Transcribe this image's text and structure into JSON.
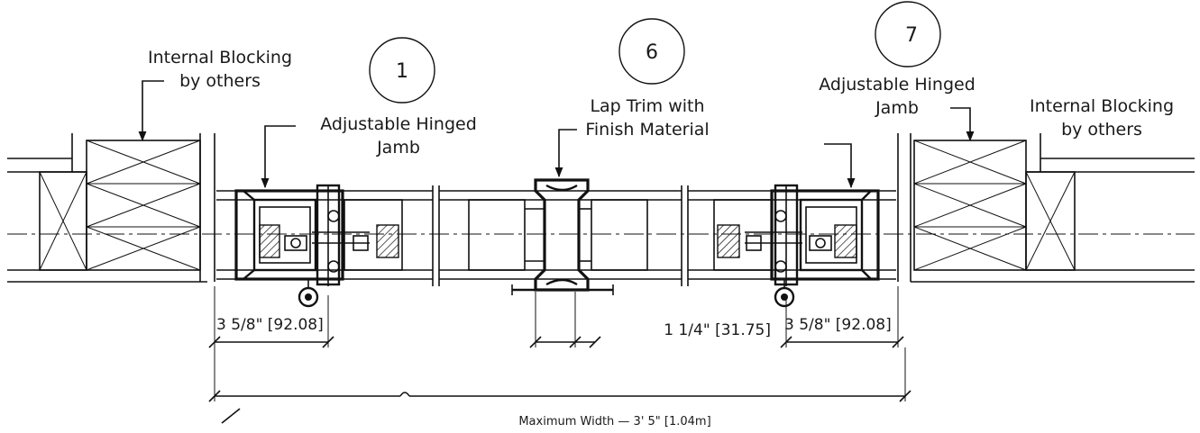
{
  "callouts": [
    {
      "id": "callout-1",
      "number": "1"
    },
    {
      "id": "callout-6",
      "number": "6"
    },
    {
      "id": "callout-7",
      "number": "7"
    }
  ],
  "labels": {
    "left_blocking_line1": "Internal Blocking",
    "left_blocking_line2": "by others",
    "left_jamb_line1": "Adjustable Hinged",
    "left_jamb_line2": "Jamb",
    "center_trim_line1": "Lap Trim with",
    "center_trim_line2": "Finish Material",
    "right_jamb_line1": "Adjustable Hinged",
    "right_jamb_line2": "Jamb",
    "right_blocking_line1": "Internal Blocking",
    "right_blocking_line2": "by others"
  },
  "dimensions": {
    "left_jamb": "3 5/8\" [92.08]",
    "center_gap": "1 1/4\" [31.75]",
    "right_jamb": "3 5/8\" [92.08]",
    "overall": "Maximum Width — 3' 5\" [1.04m]"
  }
}
